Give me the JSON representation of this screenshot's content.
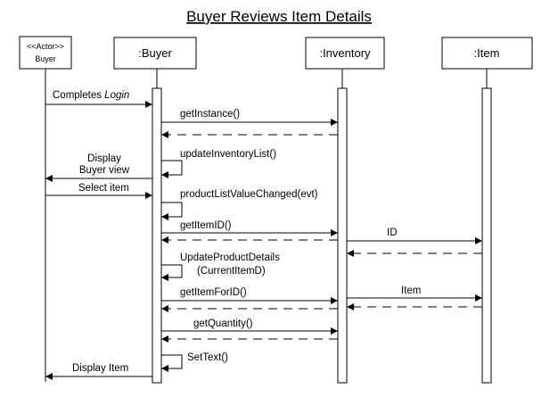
{
  "title": "Buyer Reviews Item Details",
  "participants": {
    "actor_stereotype": "<<Actor>>",
    "actor_name": "Buyer",
    "buyer": ":Buyer",
    "inventory": ":Inventory",
    "item": ":Item"
  },
  "messages": {
    "m1_prefix": "Completes ",
    "m1_italic": "Login",
    "m2": "getInstance()",
    "m3": "updateInventoryList()",
    "m4_line1": "Display",
    "m4_line2": "Buyer view",
    "m5": "Select item",
    "m6": "productListValueChanged(evt)",
    "m7": "getItemID()",
    "m8": "ID",
    "m9_line1": "UpdateProductDetails",
    "m9_line2": "(CurrentItemD)",
    "m10": "getItemForID()",
    "m11": "Item",
    "m12": "getQuantity()",
    "m13": "SetText()",
    "m14": "Display Item"
  }
}
